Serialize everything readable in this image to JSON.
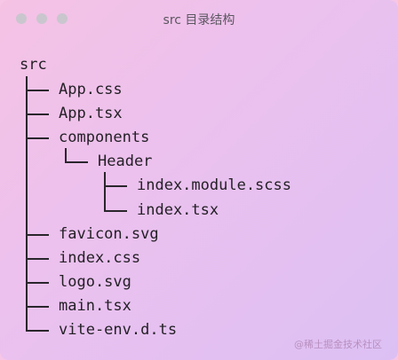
{
  "window": {
    "title": "src 目录结构"
  },
  "tree": {
    "root": "src",
    "items": [
      "App.css",
      "App.tsx",
      "components",
      "Header",
      "index.module.scss",
      "index.tsx",
      "favicon.svg",
      "index.css",
      "logo.svg",
      "main.tsx",
      "vite-env.d.ts"
    ]
  },
  "watermark": "@稀土掘金技术社区",
  "colors": {
    "background_start": "#f5c2e4",
    "background_end": "#dcc0f4",
    "text": "#242026",
    "window_dots": "#c9c6ce"
  }
}
